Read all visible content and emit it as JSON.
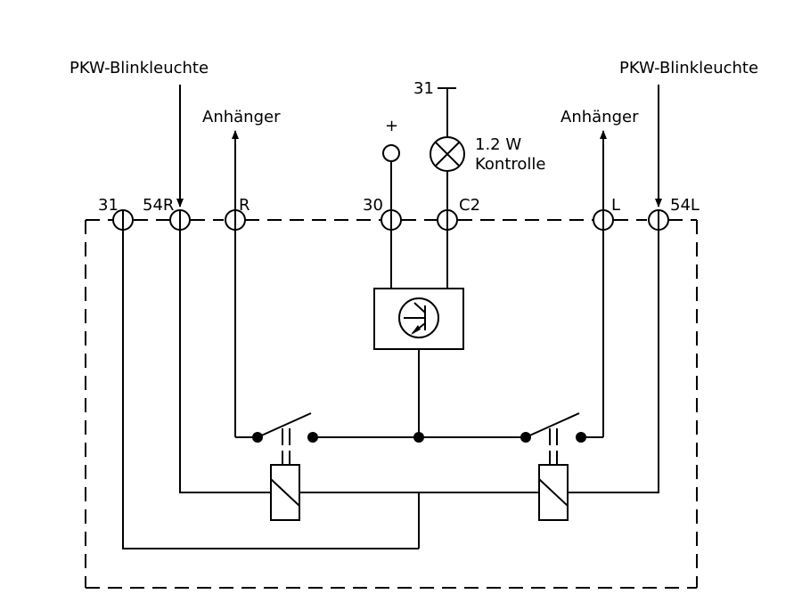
{
  "labels": {
    "pkw_left": "PKW-Blinkleuchte",
    "pkw_right": "PKW-Blinkleuchte",
    "anh_left": "Anhänger",
    "anh_right": "Anhänger",
    "plus": "+",
    "ground_top": "31",
    "lamp_power": "1.2 W",
    "lamp_name": "Kontrolle"
  },
  "terminals": {
    "t31": "31",
    "t54r": "54R",
    "tr": "R",
    "t30": "30",
    "tc2": "C2",
    "tl": "L",
    "t54l": "54L"
  }
}
